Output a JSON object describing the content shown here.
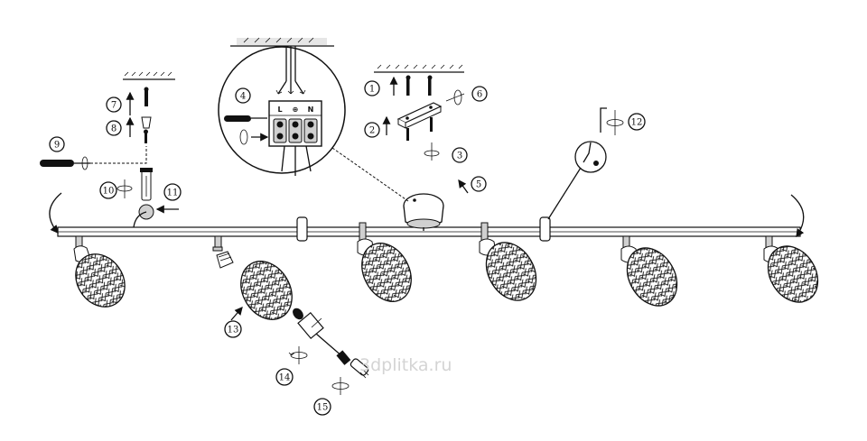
{
  "diagram": {
    "step_labels": [
      "1",
      "2",
      "3",
      "4",
      "5",
      "6",
      "7",
      "8",
      "9",
      "10",
      "11",
      "12",
      "13",
      "14",
      "15"
    ],
    "terminal_labels": [
      "L",
      "⊕",
      "N"
    ],
    "watermark": "3dplitka.ru"
  }
}
